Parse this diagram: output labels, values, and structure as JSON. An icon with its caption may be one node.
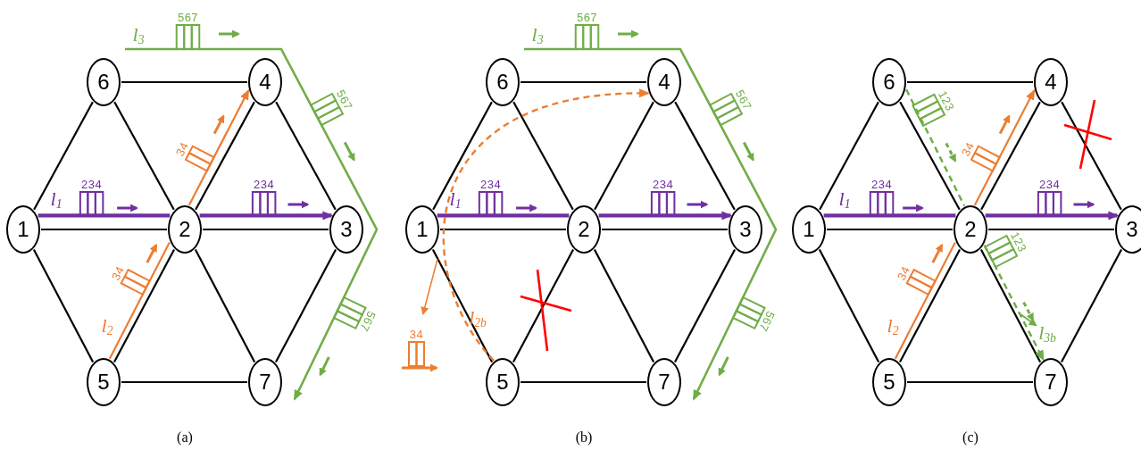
{
  "diagram": {
    "nodes": [
      {
        "text": [
          "1"
        ]
      },
      {
        "text": [
          "2"
        ]
      },
      {
        "text": [
          "3"
        ]
      },
      {
        "text": [
          "4"
        ]
      },
      {
        "text": [
          "5"
        ]
      },
      {
        "text": [
          "6"
        ]
      },
      {
        "text": [
          "7"
        ]
      },
      {
        "text": [
          "1"
        ]
      },
      {
        "text": [
          "2"
        ]
      },
      {
        "text": [
          "3"
        ]
      },
      {
        "text": [
          "4"
        ]
      },
      {
        "text": [
          "5"
        ]
      },
      {
        "text": [
          "6"
        ]
      },
      {
        "text": [
          "7"
        ]
      },
      {
        "text": [
          "1"
        ]
      },
      {
        "text": [
          "2"
        ]
      },
      {
        "text": [
          "3"
        ]
      },
      {
        "text": [
          "4"
        ]
      },
      {
        "text": [
          "5"
        ]
      },
      {
        "text": [
          "6"
        ]
      },
      {
        "text": [
          "7"
        ]
      }
    ],
    "edges": [
      {
        "from": 0,
        "to": 5,
        "arrow": "none"
      },
      {
        "from": 5,
        "to": 3,
        "arrow": "none"
      },
      {
        "from": 3,
        "to": 2,
        "arrow": "none"
      },
      {
        "from": 0,
        "to": 1,
        "arrow": "none"
      },
      {
        "from": 1,
        "to": 2,
        "arrow": "none"
      },
      {
        "from": 5,
        "to": 1,
        "arrow": "none"
      },
      {
        "from": 1,
        "to": 3,
        "arrow": "none"
      },
      {
        "from": 0,
        "to": 4,
        "arrow": "none"
      },
      {
        "from": 4,
        "to": 1,
        "arrow": "none"
      },
      {
        "from": 1,
        "to": 6,
        "arrow": "none"
      },
      {
        "from": 2,
        "to": 6,
        "arrow": "none"
      },
      {
        "from": 4,
        "to": 6,
        "arrow": "none"
      },
      {
        "from": 7,
        "to": 12,
        "arrow": "none"
      },
      {
        "from": 12,
        "to": 10,
        "arrow": "none"
      },
      {
        "from": 10,
        "to": 9,
        "arrow": "none"
      },
      {
        "from": 7,
        "to": 8,
        "arrow": "none"
      },
      {
        "from": 8,
        "to": 9,
        "arrow": "none"
      },
      {
        "from": 12,
        "to": 8,
        "arrow": "none"
      },
      {
        "from": 8,
        "to": 10,
        "arrow": "none"
      },
      {
        "from": 7,
        "to": 11,
        "arrow": "none"
      },
      {
        "from": 11,
        "to": 8,
        "arrow": "none"
      },
      {
        "from": 8,
        "to": 13,
        "arrow": "none"
      },
      {
        "from": 9,
        "to": 13,
        "arrow": "none"
      },
      {
        "from": 11,
        "to": 13,
        "arrow": "none"
      },
      {
        "from": 14,
        "to": 19,
        "arrow": "none"
      },
      {
        "from": 19,
        "to": 17,
        "arrow": "none"
      },
      {
        "from": 17,
        "to": 16,
        "arrow": "none"
      },
      {
        "from": 14,
        "to": 15,
        "arrow": "none"
      },
      {
        "from": 15,
        "to": 16,
        "arrow": "none"
      },
      {
        "from": 19,
        "to": 15,
        "arrow": "none"
      },
      {
        "from": 15,
        "to": 17,
        "arrow": "none"
      },
      {
        "from": 14,
        "to": 18,
        "arrow": "none"
      },
      {
        "from": 18,
        "to": 15,
        "arrow": "none"
      },
      {
        "from": 15,
        "to": 20,
        "arrow": "none"
      },
      {
        "from": 16,
        "to": 20,
        "arrow": "none"
      },
      {
        "from": 18,
        "to": 20,
        "arrow": "none"
      },
      {
        "from": 0,
        "to": 1,
        "arrow": "none",
        "label": "*l*$_{1}$",
        "style": "thick",
        "color": "#7030a0"
      },
      {
        "from": 1,
        "to": 2,
        "arrow": "to",
        "style": "thick",
        "color": "#7030a0"
      },
      {
        "from": 4,
        "to": 1,
        "arrow": "none",
        "label": "*l*$_{2}$",
        "color": "#ed7d31"
      },
      {
        "from": 1,
        "to": 3,
        "arrow": "to",
        "color": "#ed7d31"
      },
      {
        "from": 7,
        "to": 8,
        "arrow": "none",
        "label": "*l*$_{1}$",
        "style": "thick",
        "color": "#7030a0"
      },
      {
        "from": 8,
        "to": 9,
        "arrow": "to",
        "style": "thick",
        "color": "#7030a0"
      },
      {
        "from": 11,
        "to": 10,
        "arrow": "to",
        "label": "*l*$_{2b}$",
        "style": "dashed",
        "color": "#ed7d31"
      },
      {
        "from": 14,
        "to": 15,
        "arrow": "none",
        "label": "*l*$_{1}$",
        "style": "thick",
        "color": "#7030a0"
      },
      {
        "from": 15,
        "to": 16,
        "arrow": "to",
        "style": "thick",
        "color": "#7030a0"
      },
      {
        "from": 18,
        "to": 15,
        "arrow": "none",
        "label": "*l*$_{2}$",
        "color": "#ed7d31"
      },
      {
        "from": 15,
        "to": 17,
        "arrow": "to",
        "color": "#ed7d31"
      },
      {
        "from": 19,
        "to": 15,
        "arrow": "none",
        "style": "dashed",
        "color": "#70ad47"
      },
      {
        "from": 15,
        "to": 20,
        "arrow": "to",
        "label": "*l*$_{3b}$",
        "style": "dashed",
        "color": "#70ad47"
      }
    ],
    "labels": [
      "*l*$_{3}$",
      "567",
      "567",
      "34",
      "234",
      "234",
      "34",
      "567",
      "*l*$_{3}$",
      "567",
      "567",
      "234",
      "234",
      "34",
      "567",
      "123",
      "34",
      "234",
      "234",
      "123",
      "34",
      "(a)",
      "(b)",
      "(c)"
    ]
  }
}
